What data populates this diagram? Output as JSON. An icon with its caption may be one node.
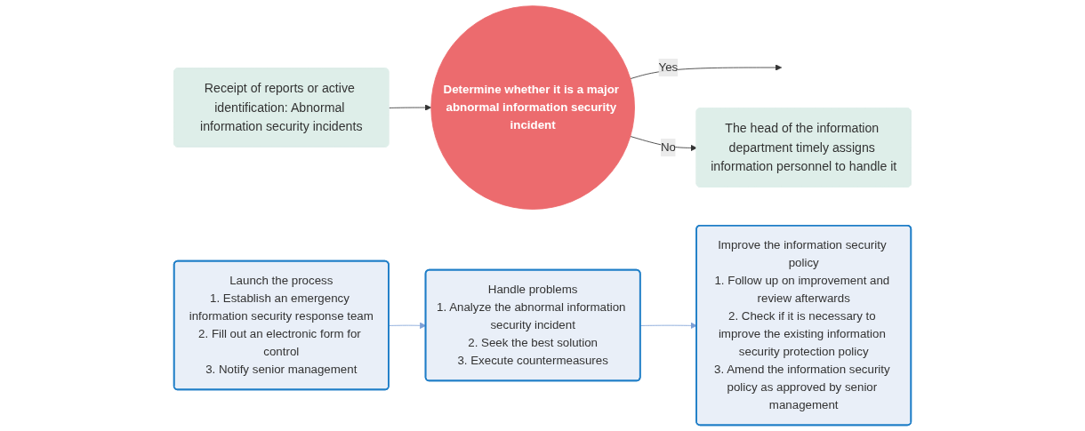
{
  "diagram": {
    "nodes": [
      {
        "text": [
          "Receipt of reports or active identification: Abnormal information security incidents"
        ]
      },
      {
        "text": [
          "Determine whether it is a major abnormal information security incident"
        ]
      },
      {
        "text": [
          "The head of the information department timely assigns information personnel to handle it"
        ]
      },
      {
        "text": [
          "Launch the process",
          "1. Establish an emergency information security response team",
          "2. Fill out an electronic form for control",
          "3. Notify senior management"
        ]
      },
      {
        "text": [
          "Handle problems",
          "1. Analyze the abnormal information security incident",
          "2. Seek the best solution",
          "3. Execute countermeasures"
        ]
      },
      {
        "text": [
          "Improve the information security policy",
          "1. Follow up on improvement and review afterwards",
          "2. Check if it is necessary to improve the existing information security protection policy",
          "3. Amend the information security policy as approved by senior management"
        ]
      }
    ],
    "edges": [
      {
        "from": 0,
        "to": 1,
        "arrow": "to"
      },
      {
        "from": 1,
        "to": null,
        "arrow": "to",
        "label": "Yes"
      },
      {
        "from": 1,
        "to": 2,
        "arrow": "to",
        "label": "No"
      },
      {
        "from": 3,
        "to": 4,
        "arrow": "to",
        "color": "#7b9fd6"
      },
      {
        "from": 4,
        "to": 5,
        "arrow": "to",
        "color": "#7b9fd6"
      }
    ]
  }
}
